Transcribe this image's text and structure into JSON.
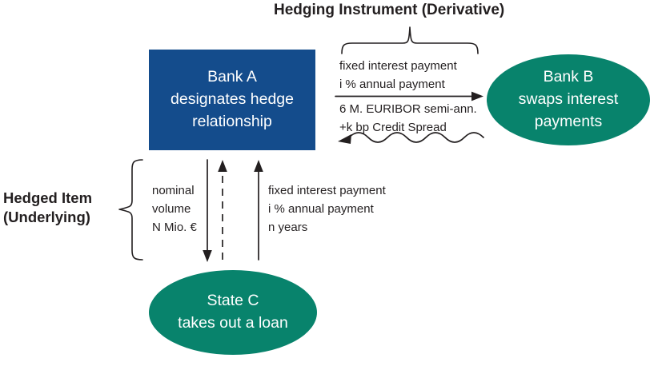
{
  "diagram": {
    "title_top": "Hedging Instrument (Derivative)",
    "title_left_line1": "Hedged Item",
    "title_left_line2": "(Underlying)",
    "colors": {
      "bank_a_fill": "#144c8c",
      "bank_b_fill": "#08836c",
      "state_c_fill": "#08836c",
      "line": "#231f20",
      "background": "#ffffff",
      "node_text": "#ffffff"
    },
    "nodes": {
      "bank_a": {
        "shape": "rectangle",
        "line1": "Bank A",
        "line2": "designates hedge",
        "line3": "relationship"
      },
      "bank_b": {
        "shape": "ellipse",
        "line1": "Bank B",
        "line2": "swaps interest",
        "line3": "payments"
      },
      "state_c": {
        "shape": "ellipse",
        "line1": "State C",
        "line2": "takes out a loan"
      }
    },
    "flows": {
      "swap_fixed_leg": {
        "line1": "fixed interest payment",
        "line2": "i % annual payment",
        "arrow": "straight-right"
      },
      "swap_floating_leg": {
        "line1": "6 M. EURIBOR semi-ann.",
        "line2": "+k bp Credit Spread",
        "arrow": "wavy-left"
      },
      "nominal_volume": {
        "line1": "nominal",
        "line2": "volume",
        "line3": "N Mio. €",
        "arrow_down": "solid-down",
        "arrow_up": "dashed-up"
      },
      "loan_interest": {
        "line1": "fixed interest payment",
        "line2": "i % annual payment",
        "line3": "n years",
        "arrow": "solid-up"
      }
    }
  }
}
